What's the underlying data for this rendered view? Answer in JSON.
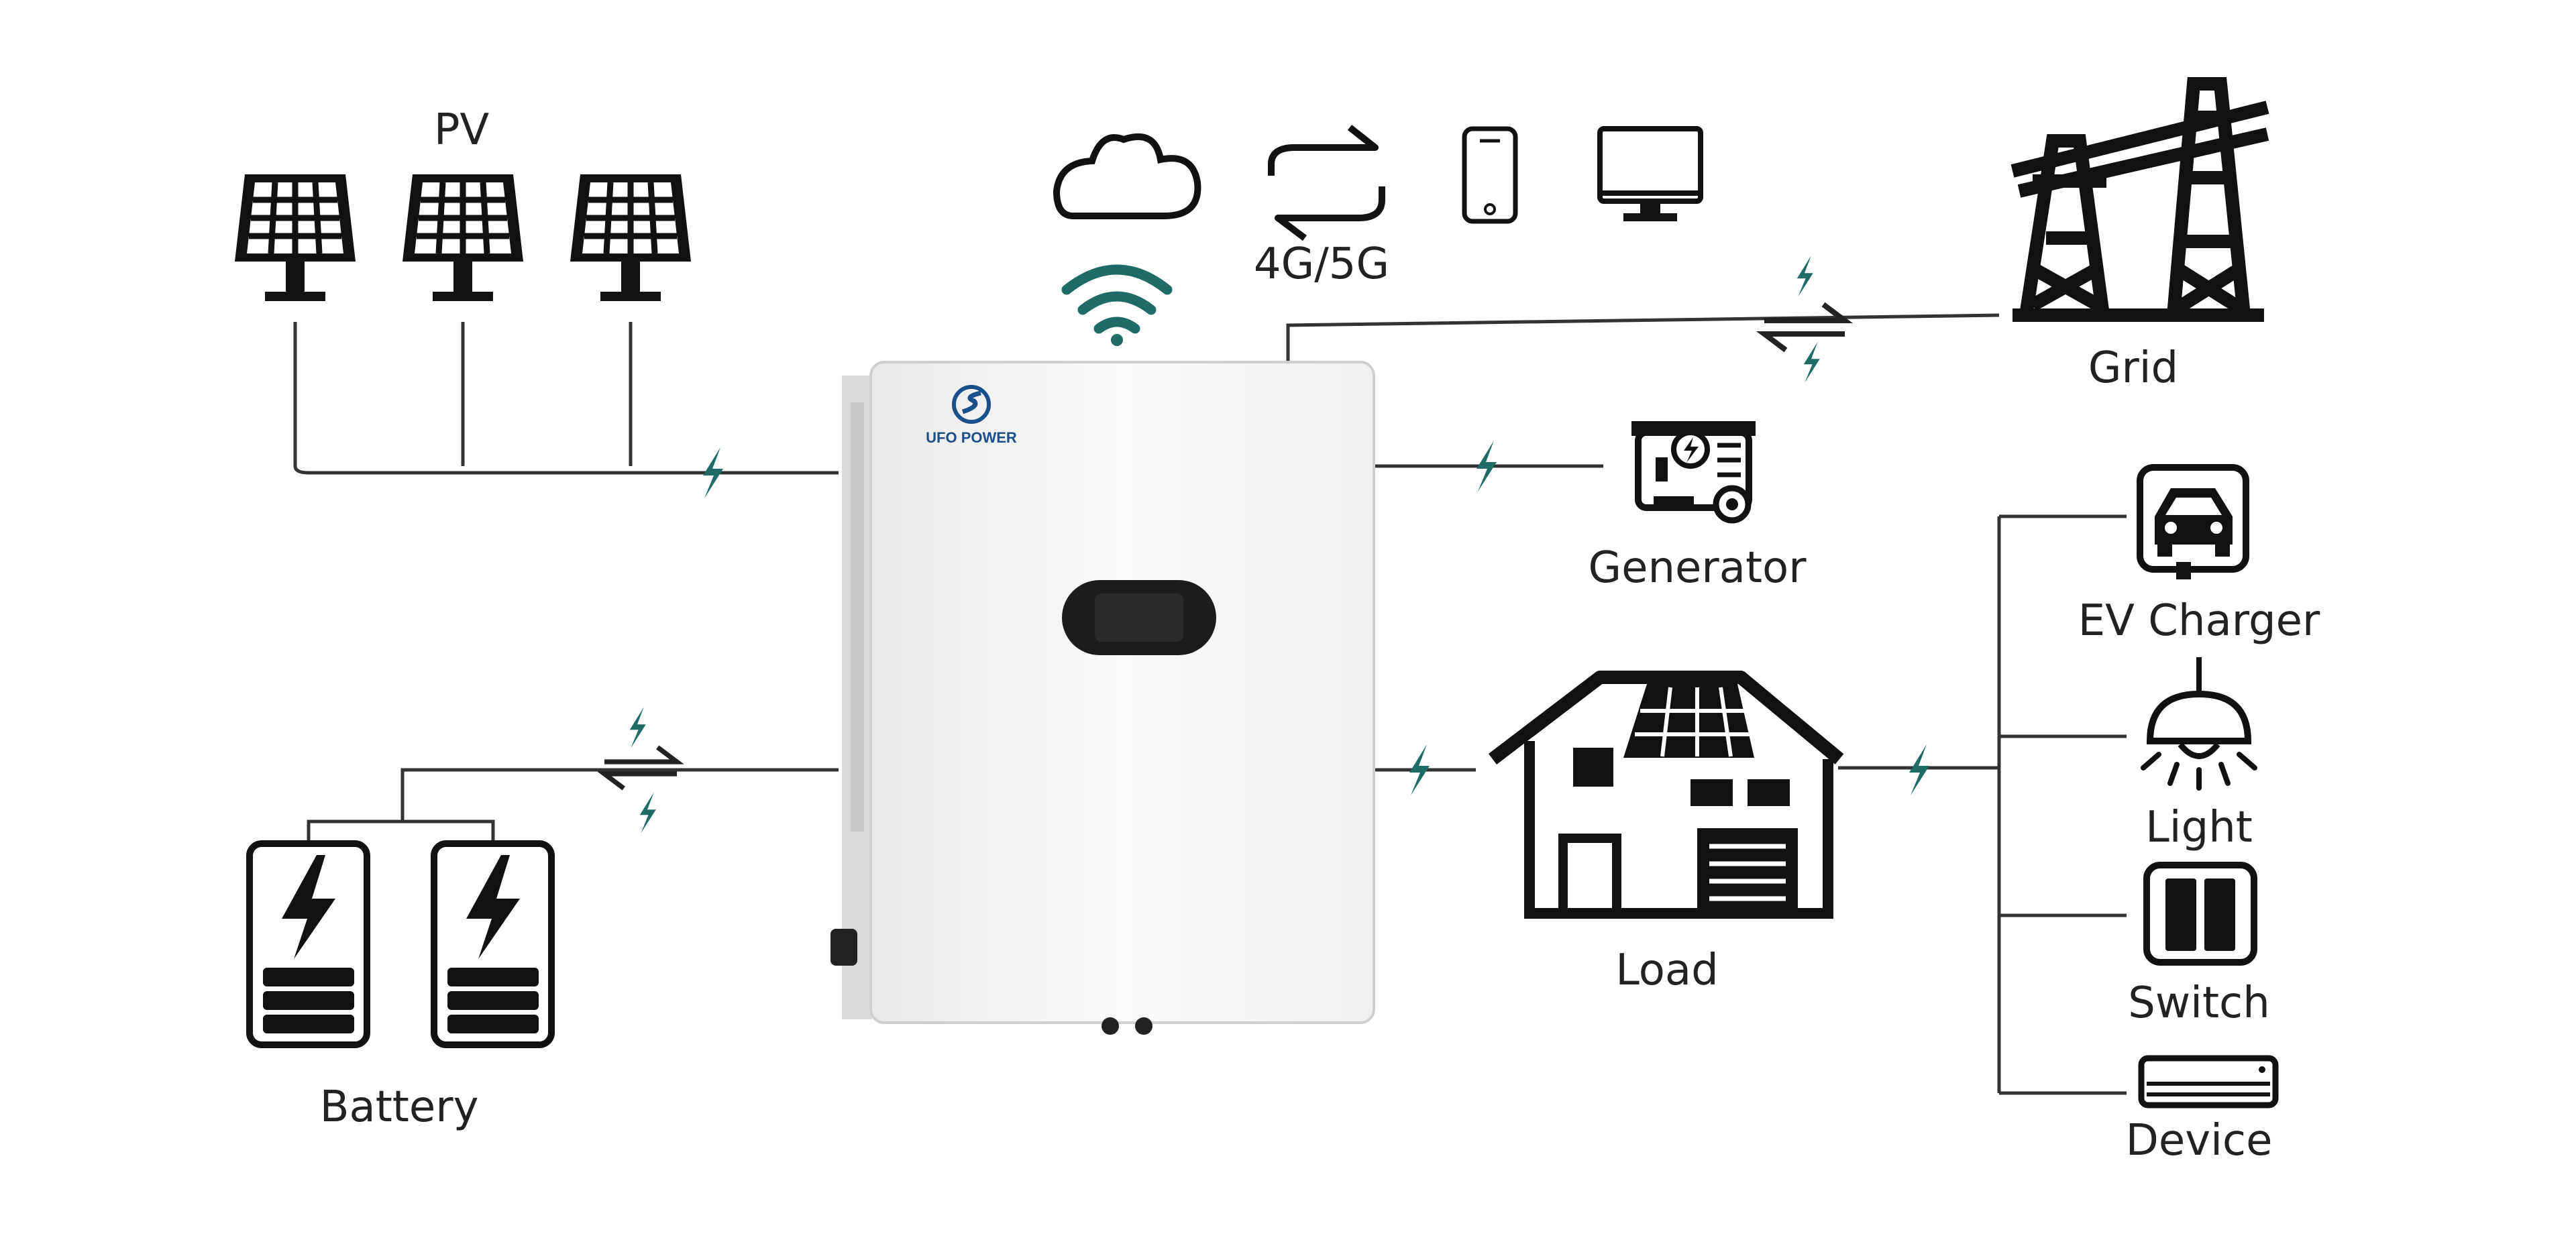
{
  "labels": {
    "pv": "PV",
    "network": "4G/5G",
    "grid": "Grid",
    "generator": "Generator",
    "load": "Load",
    "battery": "Battery",
    "ev_charger": "EV Charger",
    "light": "Light",
    "switch": "Switch",
    "device": "Device"
  },
  "inverter": {
    "brand": "UFO POWER"
  },
  "icons": {
    "pv": "solar-panel-icon",
    "cloud": "cloud-icon",
    "wifi": "wifi-icon",
    "sync": "sync-arrows-icon",
    "phone": "phone-icon",
    "monitor": "monitor-icon",
    "grid": "transmission-tower-icon",
    "generator": "generator-icon",
    "load": "house-icon",
    "battery": "battery-icon",
    "ev_charger": "ev-car-icon",
    "light": "lamp-icon",
    "switch": "switch-icon",
    "device": "air-conditioner-icon",
    "flow": "lightning-icon"
  },
  "colors": {
    "line": "#333333",
    "accent": "#1f6b66",
    "icon": "#111111",
    "inverter_body": "#f6f6f6",
    "brand": "#1a4f8a"
  }
}
